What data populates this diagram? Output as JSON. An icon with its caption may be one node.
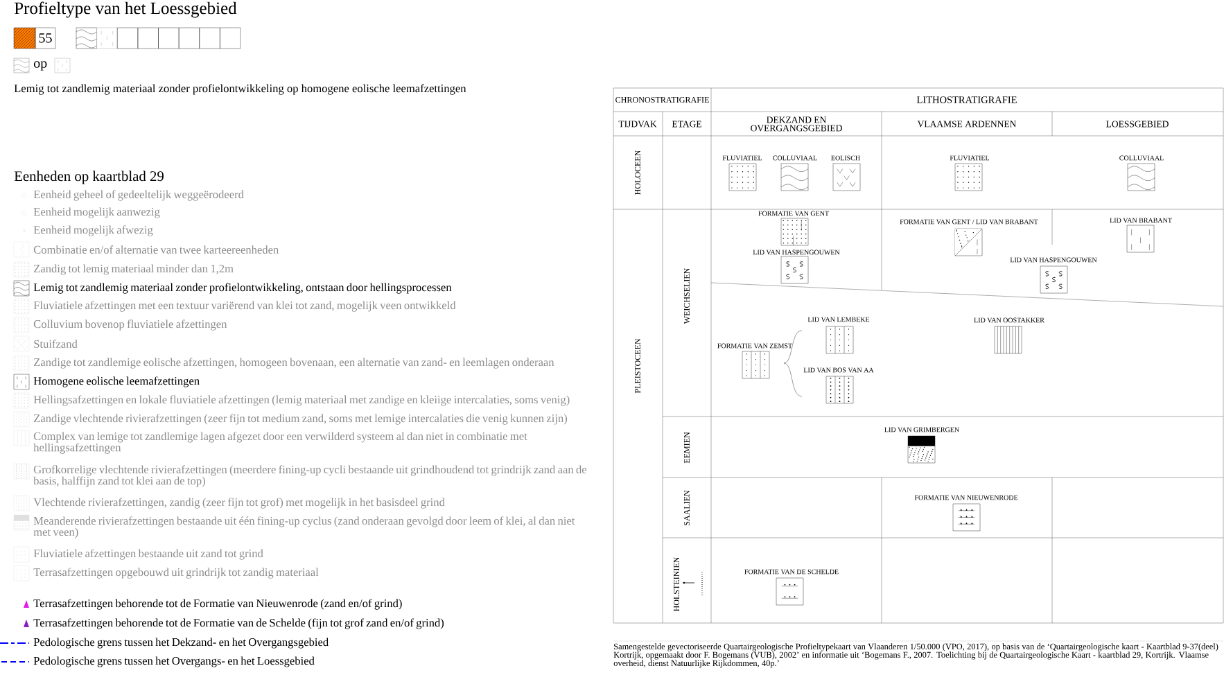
{
  "diagram": {
    "title": "Profieltype van het Loessgebied",
    "caption": "Samengestelde gevectoriseerde Quartairgeologische Profieltypekaart van Vlaanderen 1/50.000 (VPO, 2017), op basis van de ‘Quartairgeologische kaart - Kaartblad 9-37(deel) Kortrijk, opgemaakt door F. Bogemans (VUB), 2002’ en informatie uit ‘Bogemans F., 2007. Toelichting bij de Quartairgeologische Kaart - kaartblad 29, Kortrijk. Vlaamse overheid, dienst Natuurlijke Rijkdommen, 40p.’",
    "labels": [
      "55",
      "op",
      "Lemig tot zandlemig materiaal zonder profielontwikkeling op homogene eolische leemafzettingen",
      "Eenheden op kaartblad 29",
      "CHRONOSTRATIGRAFIE",
      "LITHOSTRATIGRAFIE",
      "TIJDVAK",
      "ETAGE",
      "DEKZAND EN OVERGANGSGEBIED",
      "VLAAMSE ARDENNEN",
      "LOESSGEBIED",
      "HOLOCEEN",
      "FLUVIATIEL",
      "COLLUVIAAL",
      "EOLISCH",
      "FLUVIATIEL",
      "COLLUVIAAL",
      "PLEISTOCEEN",
      "WEICHSELIEN",
      "FORMATIE VAN GENT",
      "FORMATIE VAN GENT / LID VAN BRABANT",
      "LID VAN BRABANT",
      "LID VAN HASPENGOUWEN",
      "LID VAN HASPENGOUWEN",
      "LID VAN LEMBEKE",
      "LID VAN OOSTAKKER",
      "FORMATIE VAN ZEMST",
      "LID VAN BOS VAN AA",
      "EEMIEN",
      "LID VAN GRIMBERGEN",
      "SAALIEN",
      "FORMATIE VAN NIEUWENRODE",
      "HOLSTEINIEN",
      "FORMATIE VAN DE SCHELDE"
    ],
    "legend": [
      {
        "text": "Eenheid geheel of gedeeltelijk weggeërodeerd"
      },
      {
        "text": "Eenheid mogelijk aanwezig"
      },
      {
        "text": "Eenheid mogelijk afwezig"
      },
      {
        "text": "Combinatie en/of alternatie van twee karteereenheden"
      },
      {
        "text": "Zandig tot lemig materiaal minder dan 1,2m"
      },
      {
        "text": "Lemig tot zandlemig materiaal zonder profielontwikkeling, ontstaan door hellingsprocessen"
      },
      {
        "text": "Fluviatiele afzettingen met een textuur variërend van klei tot zand, mogelijk veen ontwikkeld"
      },
      {
        "text": "Colluvium bovenop fluviatiele afzettingen"
      },
      {
        "text": "Stuifzand"
      },
      {
        "text": "Zandige tot zandlemige eolische afzettingen, homogeen bovenaan, een alternatie van zand- en leemlagen onderaan"
      },
      {
        "text": "Homogene eolische leemafzettingen"
      },
      {
        "text": "Hellingsafzettingen en lokale fluviatiele afzettingen (lemig materiaal met zandige en kleiige intercalaties, soms venig)"
      },
      {
        "text": "Zandige vlechtende rivierafzettingen (zeer fijn tot medium zand, soms met lemige intercalaties die venig kunnen zijn)"
      },
      {
        "text": "Complex van lemige tot zandlemige lagen afgezet door een verwilderd systeem al dan niet in combinatie met hellingsafzettingen"
      },
      {
        "text": "Grofkorrelige vlechtende rivierafzettingen (meerdere fining-up cycli bestaande uit grindhoudend tot grindrijk zand aan de basis, halffijn zand tot klei aan de top)"
      },
      {
        "text": "Vlechtende rivierafzettingen, zandig (zeer fijn tot grof) met mogelijk in het basisdeel grind"
      },
      {
        "text": "Meanderende rivierafzettingen bestaande uit één fining-up cyclus (zand onderaan gevolgd door leem of klei, al dan niet met veen)"
      },
      {
        "text": "Fluviatiele afzettingen bestaande uit zand tot grind"
      },
      {
        "text": "Terrasafzettingen opgebouwd uit grindrijk tot zandig materiaal"
      },
      {
        "text": "Terrasafzettingen behorende tot de Formatie van Nieuwenrode (zand en/of grind)",
        "color": "#e619e6"
      },
      {
        "text": "Terrasafzettingen behorende tot de Formatie van de Schelde (fijn tot grof zand en/of grind)",
        "color": "#8a1ec0"
      },
      {
        "text": "Pedologische grens tussen het Dekzand- en het Overgangsgebied"
      },
      {
        "text": "Pedologische grens tussen het Overgangs- en het Loessgebied"
      }
    ]
  }
}
